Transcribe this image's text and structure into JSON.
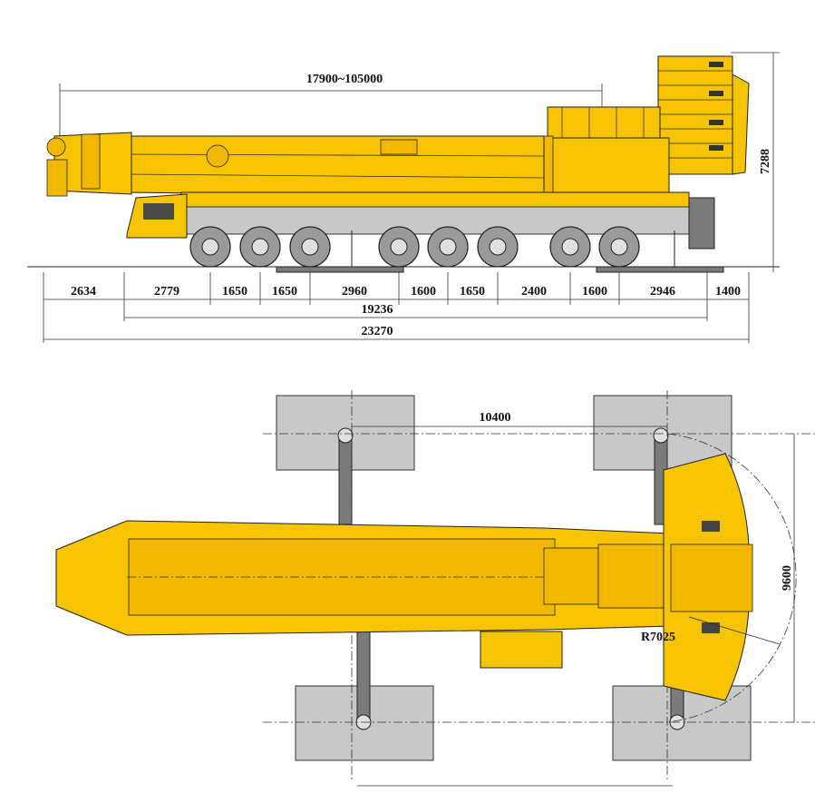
{
  "side_view": {
    "boom_length_label": "17900~105000",
    "height_label": "7288",
    "axle_dimensions": [
      "2634",
      "2779",
      "1650",
      "1650",
      "2960",
      "1600",
      "1650",
      "2400",
      "1600",
      "2946",
      "1400"
    ],
    "wheelbase_total": "19236",
    "overall_length": "23270"
  },
  "top_view": {
    "outrigger_length": "10400",
    "outrigger_width": "9600",
    "tail_radius": "R7025"
  },
  "colors": {
    "crane_body": "#f6c400",
    "outrigger_pad": "#c8c8c8",
    "tire": "#9a9a9a",
    "line": "#222222"
  }
}
